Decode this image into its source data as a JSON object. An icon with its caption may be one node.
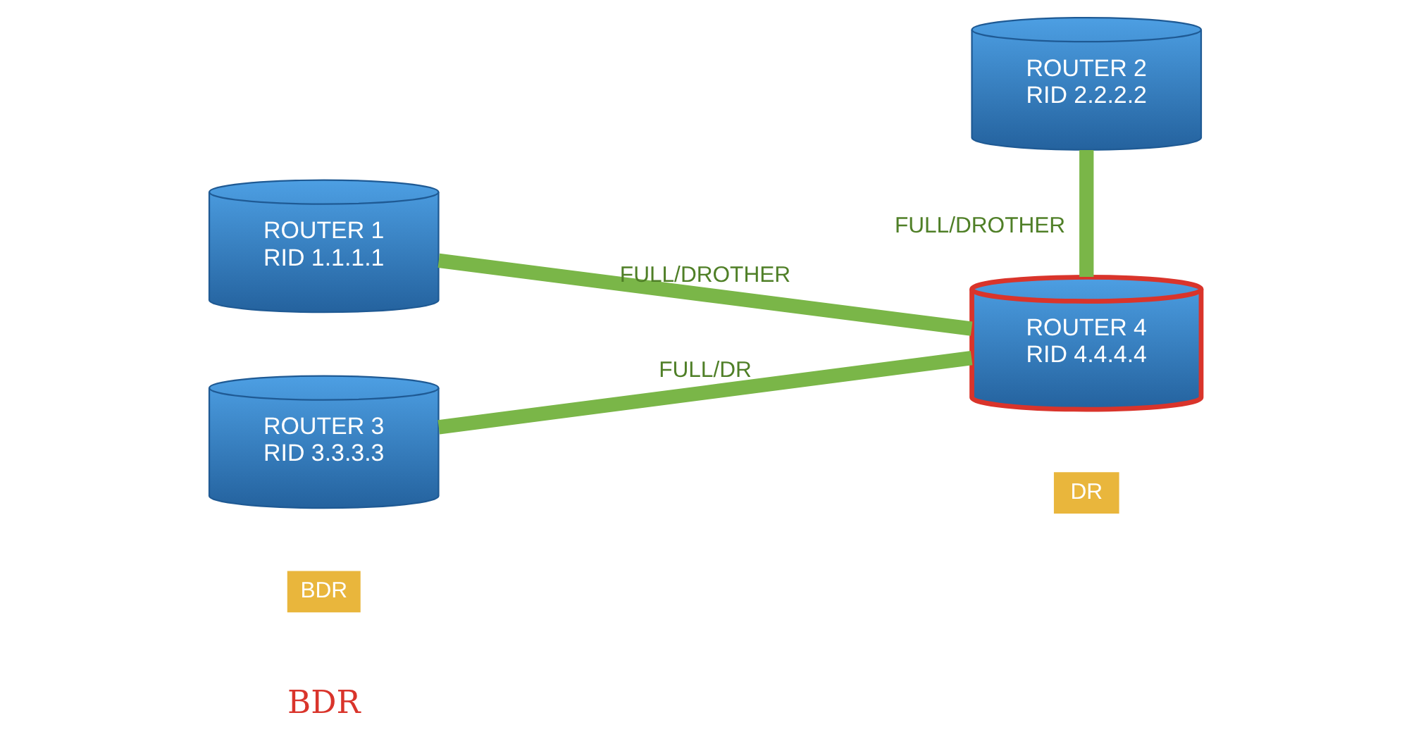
{
  "diagram": {
    "nodes": [
      {
        "text": [
          "ROUTER 1",
          "RID 1.1.1.1"
        ]
      },
      {
        "text": [
          "ROUTER 2",
          "RID 2.2.2.2"
        ]
      },
      {
        "text": [
          "ROUTER 3",
          "RID 3.3.3.3"
        ]
      },
      {
        "text": [
          "BDR"
        ]
      },
      {
        "text": [
          "DR"
        ]
      },
      {
        "text": [
          "ROUTER 4",
          "RID 4.4.4.4"
        ]
      }
    ],
    "edges": [
      {
        "from": 0,
        "to": 5,
        "arrow": "none",
        "label": "FULL/DROTHER"
      },
      {
        "from": 1,
        "to": 5,
        "arrow": "none",
        "label": "FULL/DROTHER"
      },
      {
        "from": 2,
        "to": 5,
        "arrow": "none",
        "label": "FULL/DR"
      }
    ],
    "labels": [
      "BDR"
    ]
  }
}
